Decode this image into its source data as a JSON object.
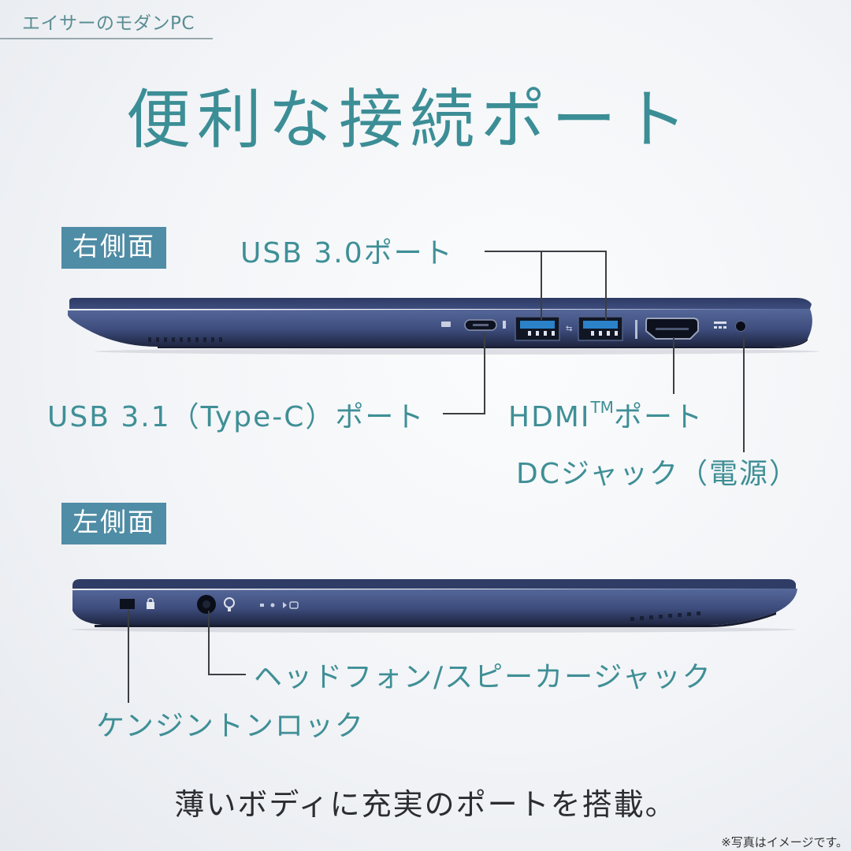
{
  "header": {
    "brand_tag": "エイサーのモダンPC",
    "title": "便利な接続ポート"
  },
  "right_side": {
    "badge": "右側面",
    "ports": [
      {
        "id": "usb-c",
        "label": "USB 3.1（Type-C）ポート",
        "icon": "usb-c-port-icon"
      },
      {
        "id": "usb3",
        "label": "USB 3.0ポート",
        "icon": "usb-a-port-icon",
        "count": 2
      },
      {
        "id": "hdmi",
        "label_main": "HDMI",
        "label_sup": "TM",
        "label_tail": "ポート",
        "icon": "hdmi-port-icon"
      },
      {
        "id": "dc",
        "label": "DCジャック（電源）",
        "icon": "dc-jack-icon"
      }
    ]
  },
  "left_side": {
    "badge": "左側面",
    "ports": [
      {
        "id": "audio",
        "label": "ヘッドフォン/スピーカージャック",
        "icon": "headphone-jack-icon"
      },
      {
        "id": "kensington",
        "label": "ケンジントンロック",
        "icon": "kensington-lock-icon"
      }
    ],
    "indicators": [
      "power-led-icon",
      "battery-led-icon"
    ]
  },
  "footer": {
    "tagline": "薄いボディに充実のポートを搭載。",
    "note": "※写真はイメージです。"
  },
  "colors": {
    "accent_teal": "#3c8e96",
    "badge_blue": "#4f8ca5",
    "laptop_body": "#3a4a78",
    "laptop_dark": "#1f2742"
  }
}
